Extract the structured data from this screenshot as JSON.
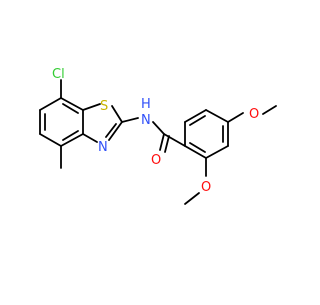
{
  "molecule": {
    "atoms": [
      {
        "id": "Cl",
        "label": "Cl",
        "color": "#33cc33"
      },
      {
        "id": "S",
        "label": "S",
        "color": "#c8b400"
      },
      {
        "id": "N_ring",
        "label": "N",
        "color": "#3050f8"
      },
      {
        "id": "NH",
        "label": "N",
        "color": "#3050f8"
      },
      {
        "id": "H",
        "label": "H",
        "color": "#3050f8"
      },
      {
        "id": "O_carbonyl",
        "label": "O",
        "color": "#ff0d0d"
      },
      {
        "id": "O_methoxy_para",
        "label": "O",
        "color": "#ff0d0d"
      },
      {
        "id": "O_methoxy_ortho",
        "label": "O",
        "color": "#ff0d0d"
      }
    ],
    "bond_color": "#000000"
  }
}
